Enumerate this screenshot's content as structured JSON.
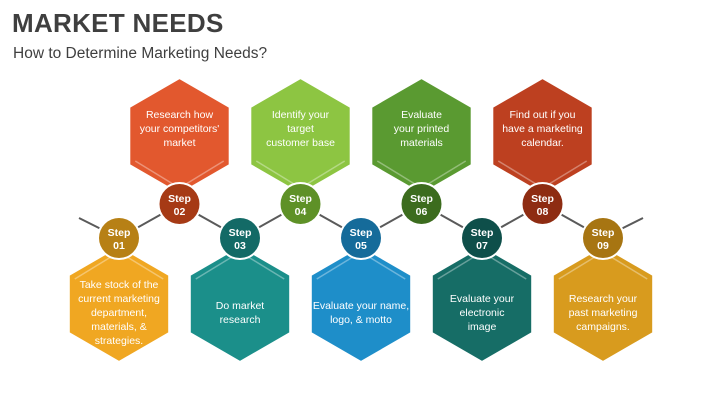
{
  "header": {
    "title": "MARKET NEEDS",
    "subtitle": "How to Determine Marketing Needs?"
  },
  "steps": [
    {
      "word": "Step",
      "num": "01",
      "lines": [
        "Take stock of the",
        "current marketing",
        "department,",
        "materials, &",
        "strategies."
      ],
      "color": "#F0A722",
      "badge_color": "#B78015"
    },
    {
      "word": "Step",
      "num": "02",
      "lines": [
        "Research how",
        "your competitors'",
        "market"
      ],
      "color": "#E2582E",
      "badge_color": "#A63A15"
    },
    {
      "word": "Step",
      "num": "03",
      "lines": [
        "Do market",
        "research"
      ],
      "color": "#1B8F8A",
      "badge_color": "#136A66"
    },
    {
      "word": "Step",
      "num": "04",
      "lines": [
        "Identify your",
        "target",
        "customer base"
      ],
      "color": "#8DC542",
      "badge_color": "#5E9127"
    },
    {
      "word": "Step",
      "num": "05",
      "lines": [
        "Evaluate your name,",
        "logo, & motto"
      ],
      "color": "#1E8EC9",
      "badge_color": "#156B9A"
    },
    {
      "word": "Step",
      "num": "06",
      "lines": [
        "Evaluate",
        "your printed",
        "materials"
      ],
      "color": "#5A9A31",
      "badge_color": "#3C6C1E"
    },
    {
      "word": "Step",
      "num": "07",
      "lines": [
        "Evaluate your",
        "electronic",
        "image"
      ],
      "color": "#166D66",
      "badge_color": "#0E4F4A"
    },
    {
      "word": "Step",
      "num": "08",
      "lines": [
        "Find out if you",
        "have a marketing",
        "calendar."
      ],
      "color": "#BD4020",
      "badge_color": "#8E2C12"
    },
    {
      "word": "Step",
      "num": "09",
      "lines": [
        "Research your",
        "past marketing",
        "campaigns."
      ],
      "color": "#D89B1E",
      "badge_color": "#A77512"
    }
  ]
}
